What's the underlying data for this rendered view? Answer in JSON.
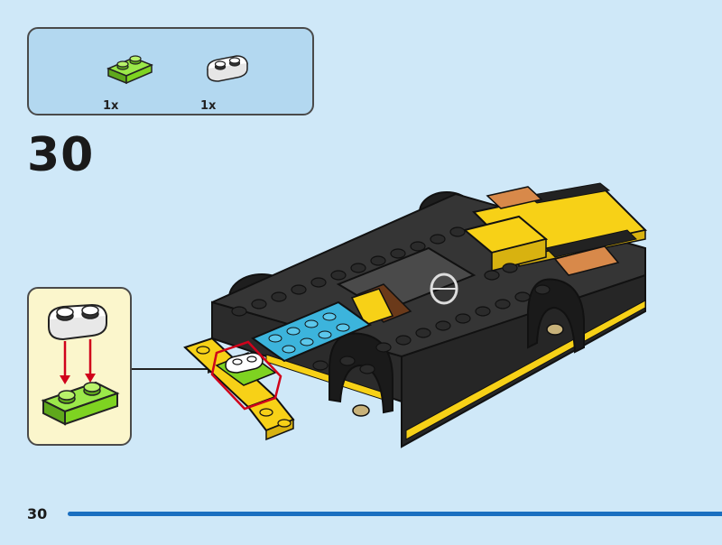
{
  "parts": [
    {
      "name": "green-plate-1x2",
      "color": "#7ed321",
      "qty": "1x"
    },
    {
      "name": "white-plate-1x2-rounded",
      "color": "#ffffff",
      "qty": "1x"
    }
  ],
  "step": {
    "number": "30"
  },
  "page": {
    "number": "30"
  },
  "colors": {
    "background": "#cfe8f8",
    "parts_box": "#b3d8f0",
    "callout": "#fbf6cc",
    "accent_bar": "#1a6fc0",
    "highlight": "#d0021b",
    "black_brick": "#2b2b2b",
    "yellow_brick": "#f7d117",
    "azure_brick": "#3cb4dc",
    "orange_brick": "#d8894a"
  }
}
